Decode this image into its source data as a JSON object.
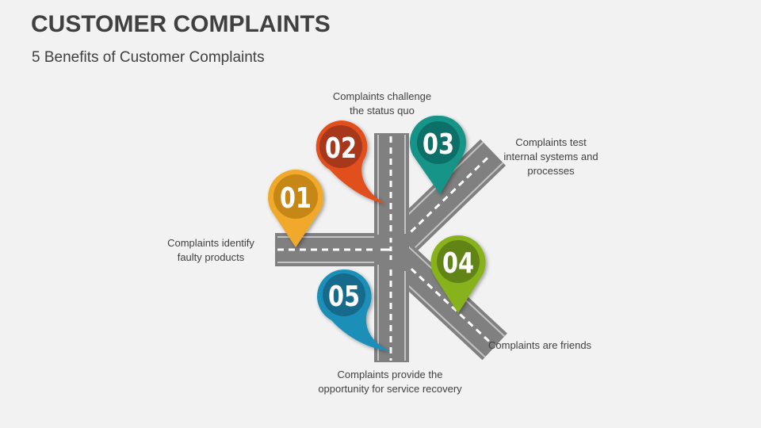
{
  "header": {
    "title": "CUSTOMER COMPLAINTS",
    "subtitle": "5 Benefits of Customer Complaints"
  },
  "benefits": [
    {
      "number": "01",
      "text": "Complaints identify\nfaulty products",
      "color": "#f0a92a",
      "inner_color": "#c68714"
    },
    {
      "number": "02",
      "text": "Complaints challenge\nthe status quo",
      "color": "#e0501e",
      "inner_color": "#a8381a"
    },
    {
      "number": "03",
      "text": "Complaints test\ninternal  systems and\nprocesses",
      "color": "#139488",
      "inner_color": "#0f6f67"
    },
    {
      "number": "04",
      "text": "Complaints are friends",
      "color": "#88b21a",
      "inner_color": "#628414"
    },
    {
      "number": "05",
      "text": "Complaints provide the\nopportunity for service recovery",
      "color": "#1b8fb8",
      "inner_color": "#136a8c"
    }
  ],
  "colors": {
    "background": "#f2f2f2",
    "road": "#808080",
    "road_edge": "#b8b8b8",
    "lane_marking": "#ffffff",
    "text": "#404040"
  }
}
